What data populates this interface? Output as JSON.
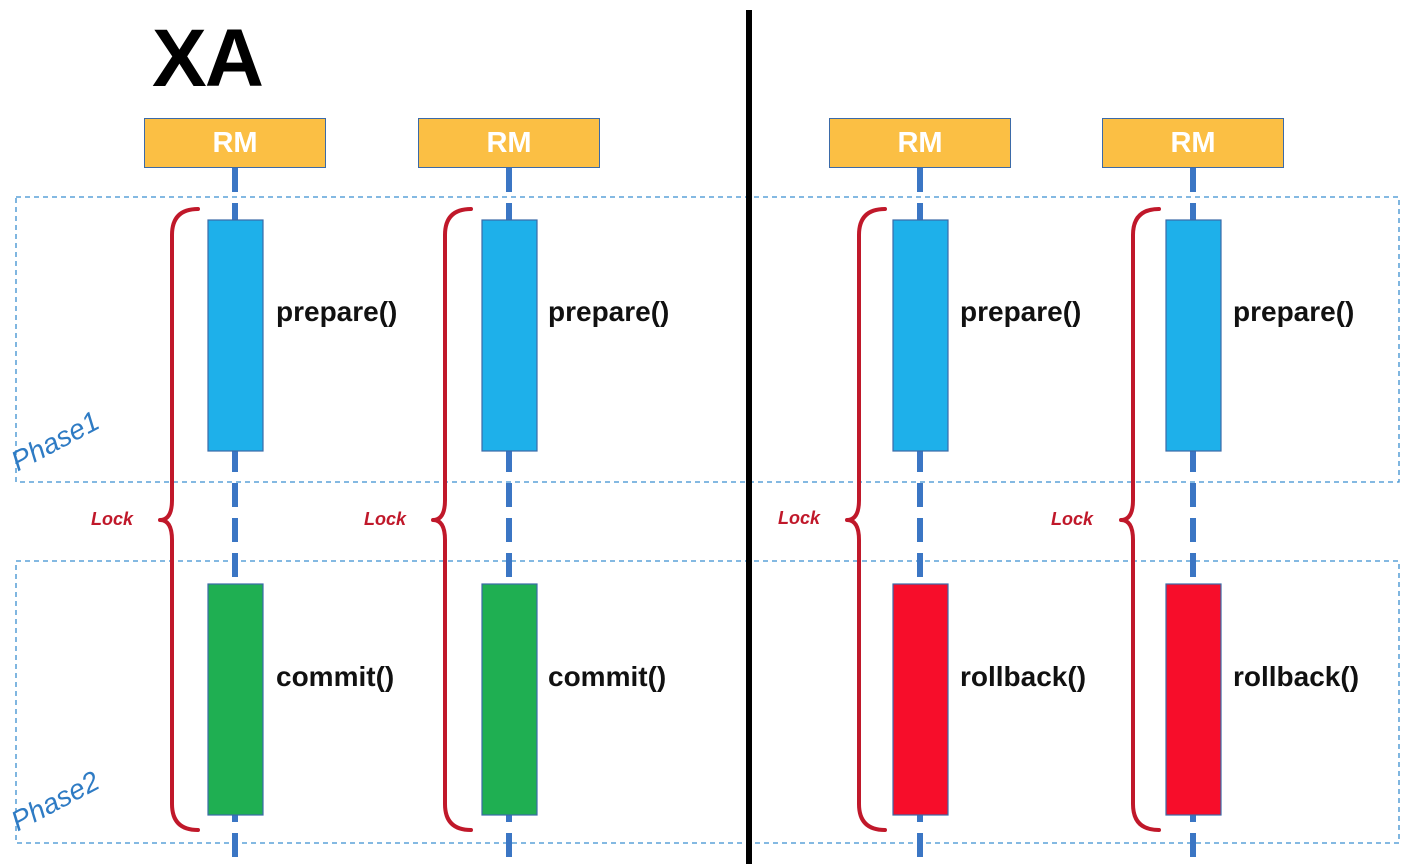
{
  "title": "XA",
  "phases": {
    "phase1": "Phase1",
    "phase2": "Phase2"
  },
  "colors": {
    "rm_fill": "#fbbf44",
    "lifeline": "#3b76c4",
    "prepare": "#1eb0ea",
    "commit": "#1faf52",
    "rollback": "#f70d2a",
    "lock_brace": "#c0182a",
    "phase_text": "#2e7bc4",
    "phase_border": "#3b8fd0",
    "divider": "#000000"
  },
  "columns": [
    {
      "rm": "RM",
      "step1": "prepare()",
      "step2": "commit()",
      "step2_kind": "commit",
      "lock": "Lock"
    },
    {
      "rm": "RM",
      "step1": "prepare()",
      "step2": "commit()",
      "step2_kind": "commit",
      "lock": "Lock"
    },
    {
      "rm": "RM",
      "step1": "prepare()",
      "step2": "rollback()",
      "step2_kind": "rollback",
      "lock": "Lock"
    },
    {
      "rm": "RM",
      "step1": "prepare()",
      "step2": "rollback()",
      "step2_kind": "rollback",
      "lock": "Lock"
    }
  ]
}
